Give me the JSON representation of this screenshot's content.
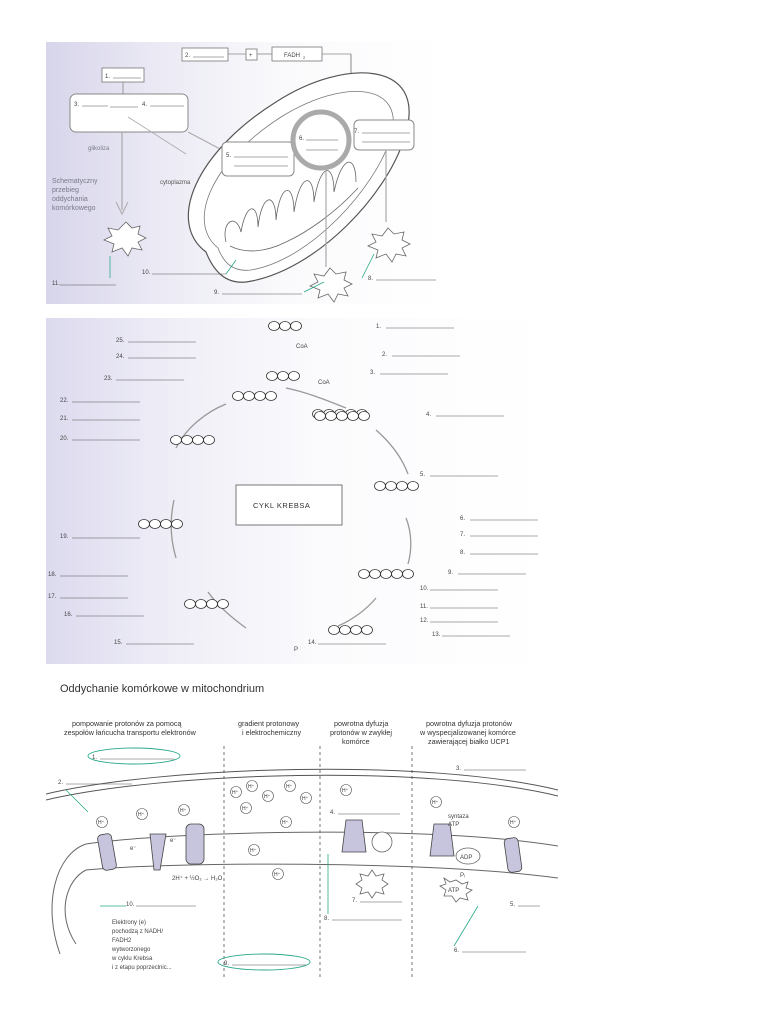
{
  "panel1": {
    "fadh_label": "FADH",
    "fadh_sub": "2",
    "plus": "+",
    "blanks": [
      "1.",
      "2.",
      "3.",
      "4.",
      "5.",
      "6.",
      "7.",
      "8.",
      "9.",
      "10.",
      "11."
    ],
    "glikoliza": "glikoliza",
    "cytoplazma": "cytoplazma",
    "side_title": [
      "Schematyczny",
      "przebieg",
      "oddychania",
      "komórkowego"
    ]
  },
  "panel2": {
    "coa_top": "CoA",
    "coa_bottom": "CoA",
    "center_label": "CYKL KREBSA",
    "phosphate_label": "P",
    "right_blanks": [
      "1.",
      "2.",
      "3.",
      "4.",
      "5.",
      "6.",
      "7.",
      "8.",
      "9.",
      "10.",
      "11.",
      "12.",
      "13.",
      "14."
    ],
    "left_blanks": [
      "25.",
      "24.",
      "23.",
      "22.",
      "21.",
      "20.",
      "19.",
      "18.",
      "17.",
      "16.",
      "15."
    ]
  },
  "panel3": {
    "title": "Oddychanie komórkowe w mitochondrium",
    "col1_header": [
      "pompowanie protonów za pomocą",
      "zespołów łańcucha transportu elektronów"
    ],
    "col2_header": [
      "gradient protonowy",
      "i elektrochemiczny"
    ],
    "col3_header": [
      "powrotna dyfuzja",
      "protonów w zwykłej",
      "komórce"
    ],
    "col4_header": [
      "powrotna dyfuzja protonów",
      "w wyspecjalizowanej komórce",
      "zawierającej białko UCP1"
    ],
    "blanks": [
      "1.",
      "2.",
      "3.",
      "4.",
      "5.",
      "6.",
      "7.",
      "8.",
      "9.",
      "10."
    ],
    "h_plus": "H⁺",
    "e_minus": "e⁻",
    "reaction": "2H⁺ + ½O₂ → H₂O",
    "synthase": [
      "syntaza",
      "ATP"
    ],
    "adp": "ADP",
    "pi": "Pᵢ",
    "atp": "ATP",
    "electron_note": [
      "Elektrony (e)",
      "pochodzą z NADH/",
      "FADH2",
      "wytworzonego",
      "w cyklu Krebsa",
      "i z etapu poprzeclnic..."
    ]
  }
}
